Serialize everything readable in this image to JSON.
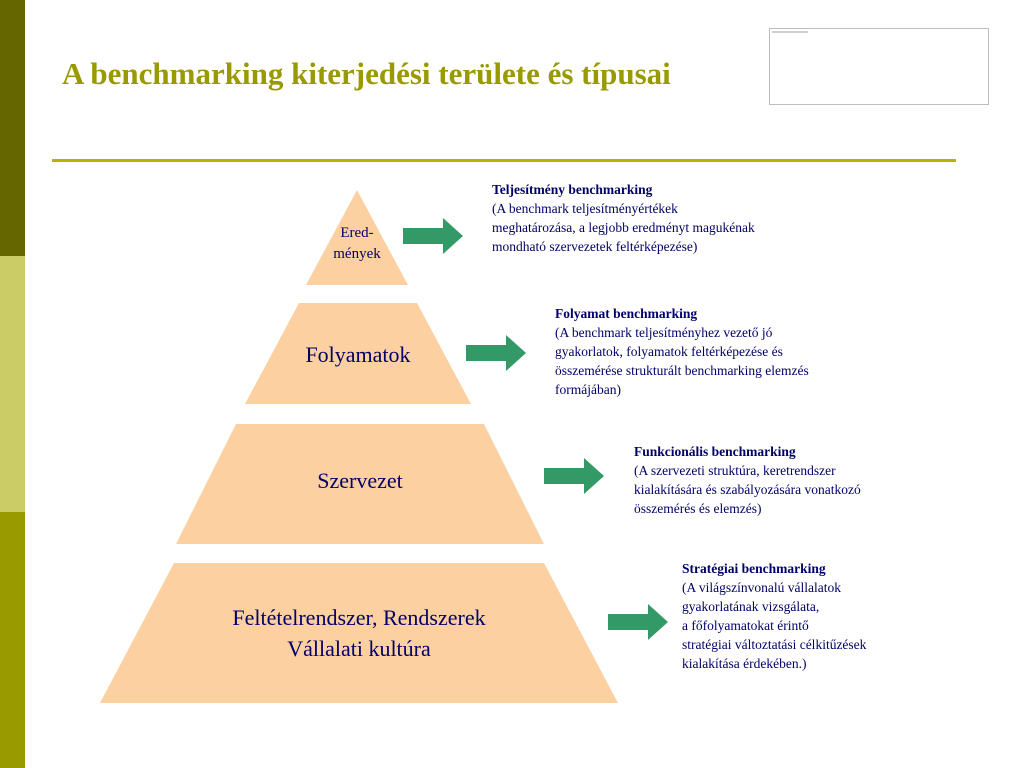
{
  "slide": {
    "title": "A benchmarking kiterjedési területe és típusai",
    "colors": {
      "title": "#999900",
      "stripe_top": "#666600",
      "stripe_mid": "#cccc66",
      "stripe_bottom": "#999900",
      "pyramid_fill": "#fcd0a1",
      "arrow": "#339966",
      "text": "#000066"
    }
  },
  "pyramid": {
    "tiers": [
      {
        "lines": [
          "Ered-",
          "mények"
        ]
      },
      {
        "lines": [
          "Folyamatok"
        ]
      },
      {
        "lines": [
          "Szervezet"
        ]
      },
      {
        "lines": [
          "Feltételrendszer, Rendszerek",
          "Vállalati kultúra"
        ]
      }
    ]
  },
  "descriptions": [
    {
      "heading": "Teljesítmény benchmarking",
      "lines": [
        "(A benchmark teljesítményértékek",
        "meghatározása, a legjobb eredményt magukénak",
        "mondható szervezetek feltérképezése)"
      ]
    },
    {
      "heading": "Folyamat benchmarking",
      "lines": [
        "(A benchmark teljesítményhez vezető jó",
        "gyakorlatok, folyamatok feltérképezése és",
        "összemérése strukturált benchmarking elemzés",
        "formájában)"
      ]
    },
    {
      "heading": "Funkcionális benchmarking",
      "lines": [
        "(A szervezeti struktúra, keretrendszer",
        "kialakítására és szabályozására vonatkozó",
        "összemérés és elemzés)"
      ]
    },
    {
      "heading": "Stratégiai benchmarking",
      "lines": [
        "(A világszínvonalú vállalatok",
        "gyakorlatának vizsgálata,",
        "a főfolyamatokat érintő",
        "stratégiai változtatási célkitűzések",
        "kialakítása érdekében.)"
      ]
    }
  ]
}
